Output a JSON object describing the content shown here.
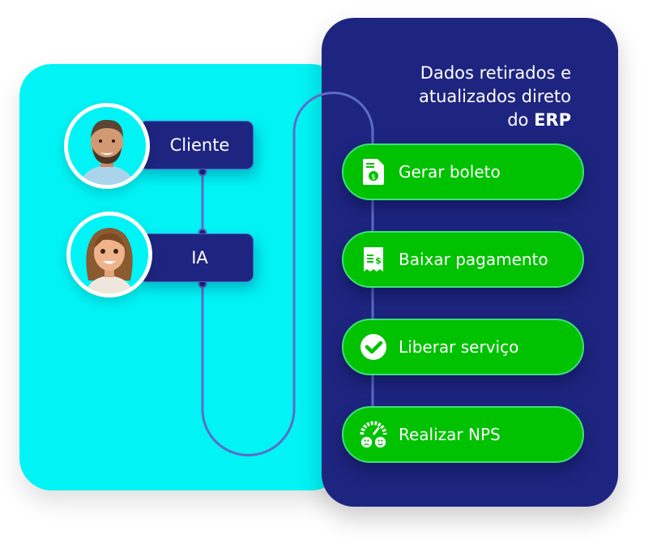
{
  "header": {
    "title_line1": "Dados retirados e",
    "title_line2": "atualizados direto",
    "title_line3_prefix": "do",
    "title_line3_bold": "ERP"
  },
  "roles": [
    {
      "label": "Cliente"
    },
    {
      "label": "IA"
    }
  ],
  "actions": [
    {
      "label": "Gerar boleto",
      "icon": "boleto-icon"
    },
    {
      "label": "Baixar pagamento",
      "icon": "receipt-icon"
    },
    {
      "label": "Liberar serviço",
      "icon": "check-circle-icon"
    },
    {
      "label": "Realizar NPS",
      "icon": "nps-gauge-icon"
    }
  ],
  "colors": {
    "cyan": "#00F3F5",
    "navy": "#1E2580",
    "green": "#00C200",
    "line": "#5B6DC8"
  }
}
